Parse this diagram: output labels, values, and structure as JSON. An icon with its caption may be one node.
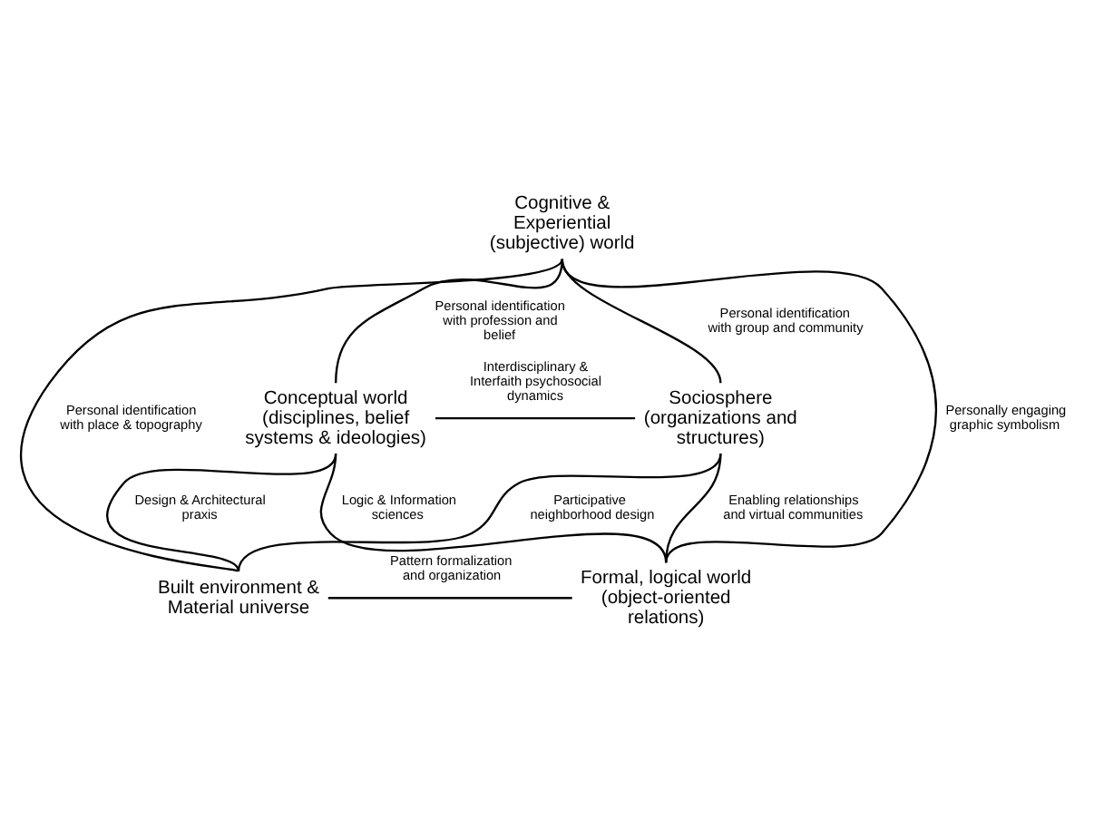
{
  "diagram": {
    "nodes": [
      {
        "text": [
          "Cognitive & Experiential (subjective) world"
        ]
      },
      {
        "text": [
          "Conceptual world (disciplines, belief systems & ideologies)"
        ]
      },
      {
        "text": [
          "Sociosphere (organizations and structures)"
        ]
      },
      {
        "text": [
          "Built environment & Material universe"
        ]
      },
      {
        "text": [
          "Formal, logical world (object-oriented relations)"
        ]
      }
    ],
    "edges": [
      {
        "from": 0,
        "to": 1,
        "arrow": "none",
        "label": "Personal identification with profession and belief"
      },
      {
        "from": 0,
        "to": 2,
        "arrow": "none",
        "label": "Personal identification with group and community"
      },
      {
        "from": 1,
        "to": 2,
        "arrow": "none",
        "label": "Interdisciplinary & Interfaith psychosocial dynamics"
      },
      {
        "from": 0,
        "to": 3,
        "arrow": "none",
        "label": "Personal identification with place & topography"
      },
      {
        "from": 0,
        "to": 4,
        "arrow": "none",
        "label": "Personally engaging graphic symbolism"
      },
      {
        "from": 2,
        "to": 4,
        "arrow": "none",
        "label": "Enabling relationships and virtual communities"
      },
      {
        "from": 1,
        "to": 3,
        "arrow": "none",
        "label": "Design & Architectural praxis"
      },
      {
        "from": 3,
        "to": 2,
        "arrow": "none",
        "label": "Participative neighborhood design"
      },
      {
        "from": 1,
        "to": 4,
        "arrow": "none",
        "label": "Logic & Information sciences"
      },
      {
        "from": 3,
        "to": 4,
        "arrow": "none",
        "label": "Pattern formalization and organization"
      }
    ]
  }
}
